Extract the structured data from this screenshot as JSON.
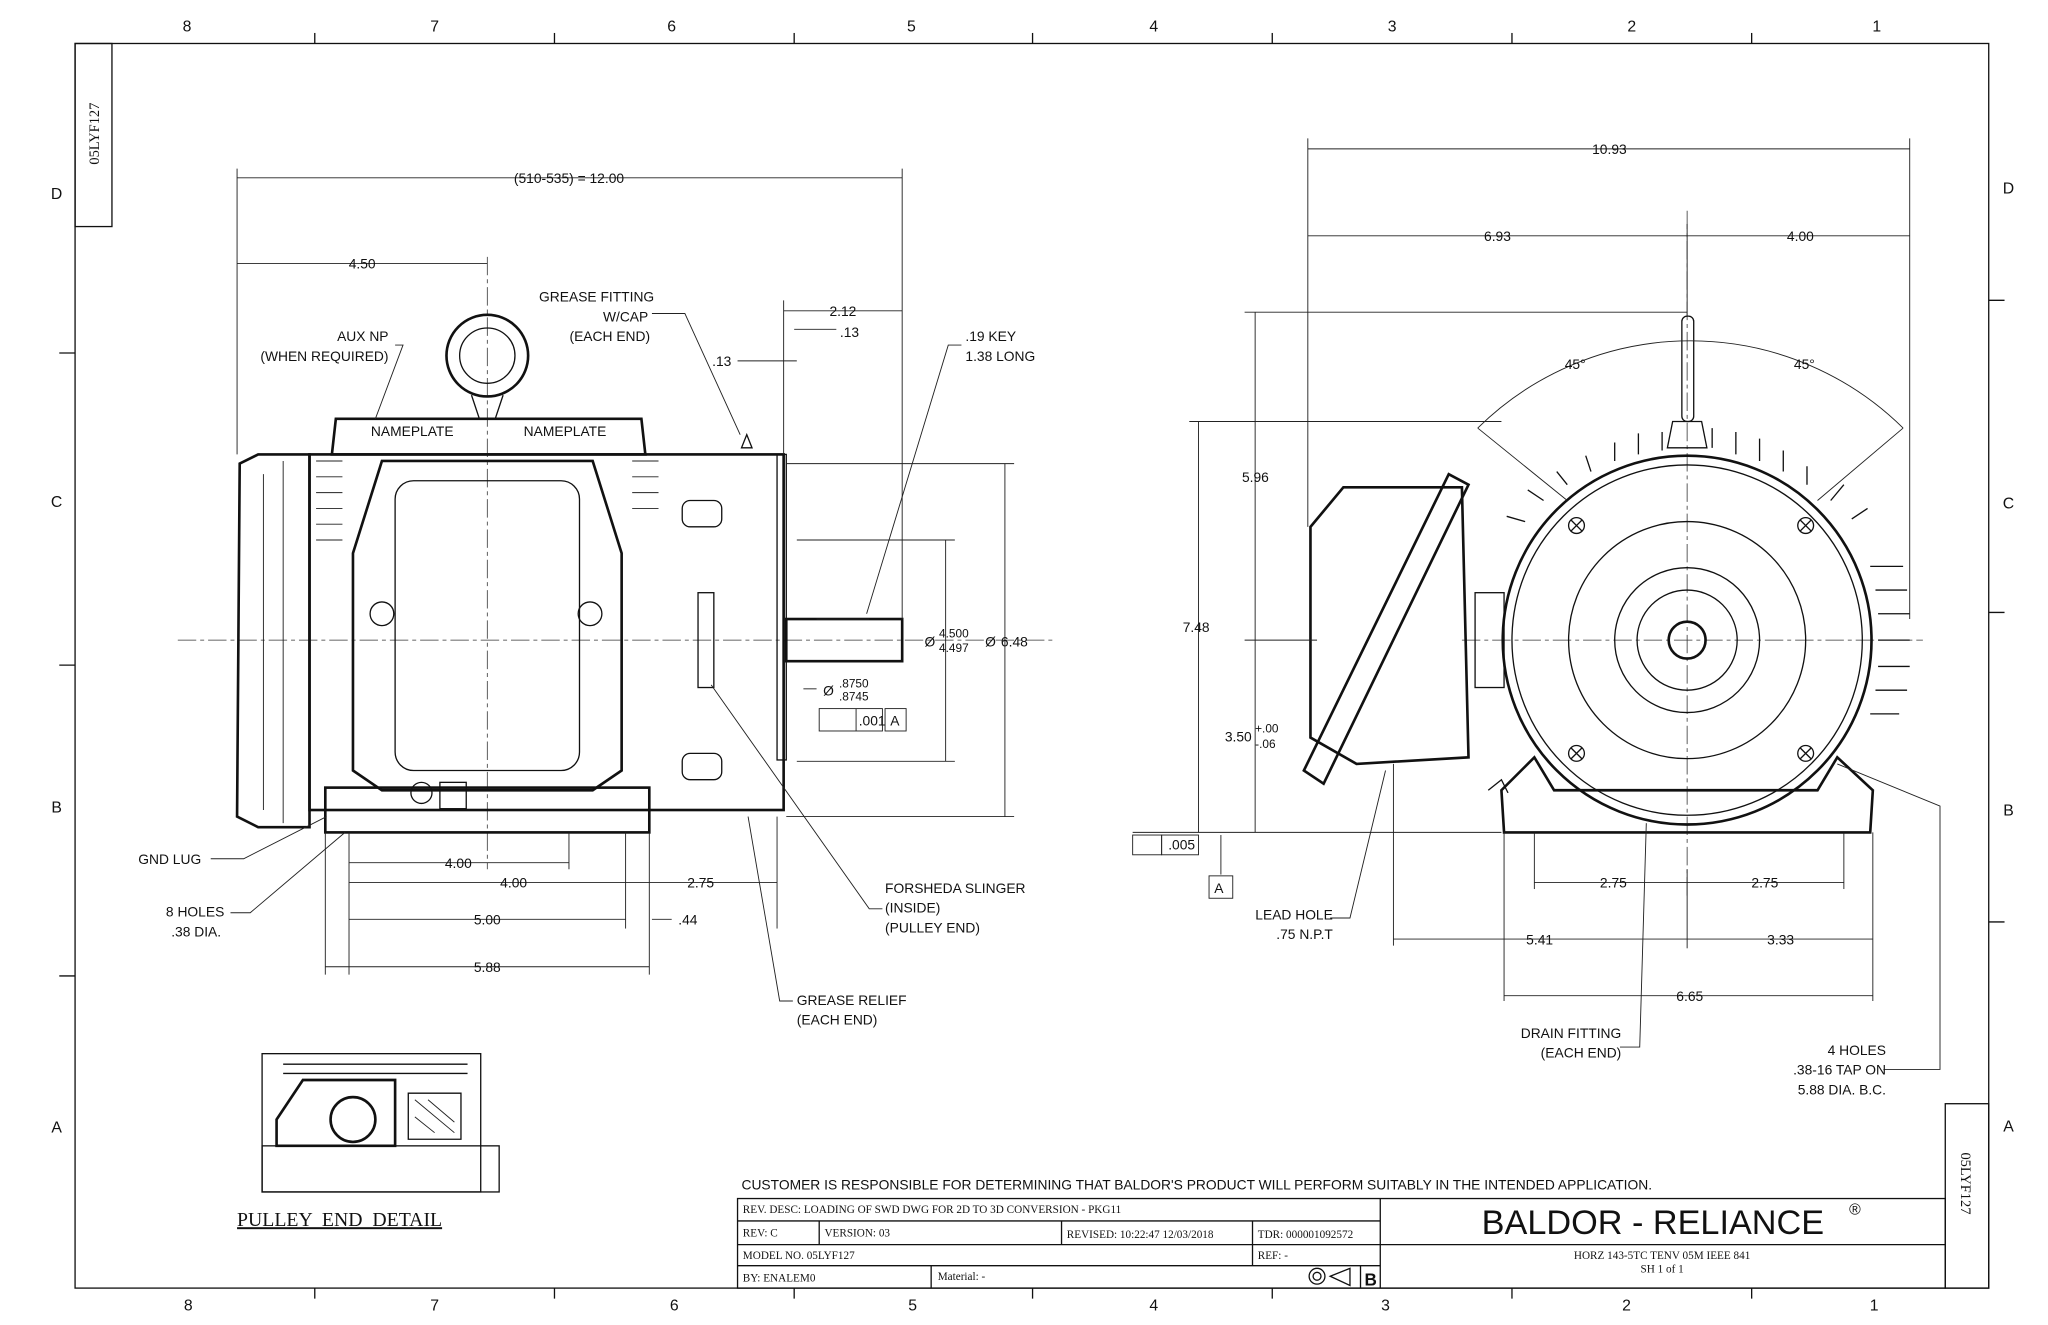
{
  "drawing_id": "05LYF127",
  "zones": {
    "columns": [
      "8",
      "7",
      "6",
      "5",
      "4",
      "3",
      "2",
      "1"
    ],
    "rows": [
      "D",
      "C",
      "B",
      "A"
    ]
  },
  "side_view": {
    "dims": {
      "overall": "(510-535) = 12.00",
      "d450": "4.50",
      "d212": "2.12",
      "d13a": ".13",
      "d13b": ".13",
      "d400a": "4.00",
      "d400b": "4.00",
      "d500": "5.00",
      "d588": "5.88",
      "d275": "2.75",
      "d44": ".44",
      "shaft_dia": "4.500",
      "shaft_dia2": "4.497",
      "dia648": "6.48",
      "d8750": ".8750",
      "d8745": ".8745",
      "runout": ".001",
      "datum": "A",
      "dia_sym": "Ø"
    },
    "labels": {
      "nameplate1": "NAMEPLATE",
      "nameplate2": "NAMEPLATE",
      "aux1": "AUX NP",
      "aux2": "(WHEN REQUIRED)",
      "grease1": "GREASE FITTING",
      "grease2": "W/CAP",
      "grease3": "(EACH END)",
      "key1": ".19 KEY",
      "key2": "1.38 LONG",
      "gnd": "GND LUG",
      "holes1": "8 HOLES",
      "holes2": ".38 DIA.",
      "slinger1": "FORSHEDA SLINGER",
      "slinger2": "(INSIDE)",
      "slinger3": "(PULLEY END)",
      "relief1": "GREASE RELIEF",
      "relief2": "(EACH END)"
    }
  },
  "end_view": {
    "dims": {
      "d1093": "10.93",
      "d693": "6.93",
      "d400": "4.00",
      "a45a": "45°",
      "a45b": "45°",
      "d596": "5.96",
      "d748": "7.48",
      "d350": "3.50",
      "tol_p": "+.00",
      "tol_m": "-.06",
      "flat": ".005",
      "datum": "A",
      "d275a": "2.75",
      "d275b": "2.75",
      "d541": "5.41",
      "d333": "3.33",
      "d665": "6.65"
    },
    "labels": {
      "lead1": "LEAD HOLE",
      "lead2": ".75 N.P.T",
      "drain1": "DRAIN FITTING",
      "drain2": "(EACH END)",
      "holes1": "4 HOLES",
      "holes2": ".38-16 TAP ON",
      "holes3": "5.88 DIA. B.C."
    }
  },
  "detail_label": "PULLEY  END  DETAIL",
  "title_block": {
    "disclaimer": "CUSTOMER IS RESPONSIBLE FOR DETERMINING THAT BALDOR'S PRODUCT WILL PERFORM SUITABLY IN THE INTENDED APPLICATION.",
    "rev_desc": "REV. DESC: LOADING OF SWD DWG FOR 2D TO 3D CONVERSION - PKG11",
    "rev": "REV:  C",
    "version": "VERSION:  03",
    "revised": "REVISED:  10:22:47 12/03/2018",
    "tdr": "TDR: 000001092572",
    "model": "MODEL NO.  05LYF127",
    "ref": "REF:  -",
    "by": "BY: ENALEM0",
    "material": "Material:  -",
    "size": "B",
    "logo": "BALDOR - RELIANCE",
    "logo_mark": "®",
    "desc": "HORZ 143-5TC TENV 05M IEEE 841",
    "sheet": "SH 1 of 1"
  }
}
